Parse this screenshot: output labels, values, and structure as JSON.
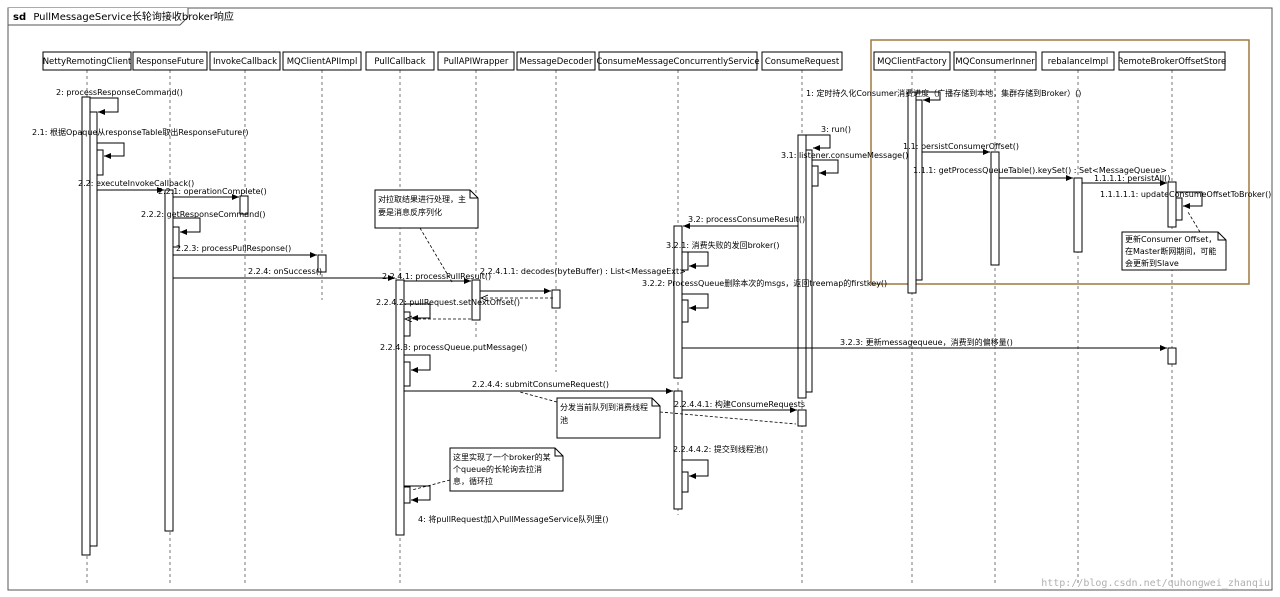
{
  "frame": {
    "tag": "sd",
    "title": "PullMessageService长轮询接收broker响应"
  },
  "lifelines": [
    "NettyRemotingClient",
    "ResponseFuture",
    "InvokeCallback",
    "MQClientAPIImpl",
    "PullCallback",
    "PullAPIWrapper",
    "MessageDecoder",
    "ConsumeMessageConcurrentlyService",
    "ConsumeRequest",
    "MQClientFactory",
    "MQConsumerInner",
    "rebalanceImpl",
    "RemoteBrokerOffsetStore"
  ],
  "messages": [
    "2: processResponseCommand()",
    "2.1: 根据Opaque从responseTable取出ResponseFuture()",
    "2.2: executeInvokeCallback()",
    "2.2.1: operationComplete()",
    "2.2.2: getResponseCommand()",
    "2.2.3: processPullResponse()",
    "2.2.4: onSuccess()",
    "2.2.4.1: processPullResult()",
    "2.2.4.1.1: decodes(byteBuffer) : List<MessageExt>",
    "2.2.4.2: pullRequest.setNextOffset()",
    "2.2.4.3: processQueue.putMessage()",
    "2.2.4.4: submitConsumeRequest()",
    "2.2.4.4.1: 构建ConsumeRequests",
    "2.2.4.4.2: 提交到线程池()",
    "4: 将pullRequest加入PullMessageService队列里()",
    "3: run()",
    "3.1: listener.consumeMessage()",
    "3.2: processConsumeResult()",
    "3.2.1: 消费失败的发回broker()",
    "3.2.2: ProcessQueue删除本次的msgs，返回treemap的firstkey()",
    "3.2.3: 更新messagequeue，消费到的偏移量()",
    "1: 定时持久化Consumer消费进度（广播存储到本地，集群存储到Broker）()",
    "1.1: persistConsumerOffset()",
    "1.1.1: getProcessQueueTable().keySet() : Set<MessageQueue>",
    "1.1.1.1: persistAll()",
    "1.1.1.1.1: updateConsumeOffsetToBroker()"
  ],
  "notes": {
    "decode": [
      "对拉取结果进行处理，主",
      "要是消息反序列化"
    ],
    "dispatch": [
      "分发当前队列到消费线程",
      "池"
    ],
    "longpoll": [
      "这里实现了一个broker的某",
      "个queue的长轮询去拉消",
      "息，循环拉"
    ],
    "offset": [
      "更新Consumer Offset，",
      "在Master断网期间，可能",
      "会更新到Slave"
    ]
  },
  "watermark": "http://blog.csdn.net/quhongwei_zhanqiu"
}
